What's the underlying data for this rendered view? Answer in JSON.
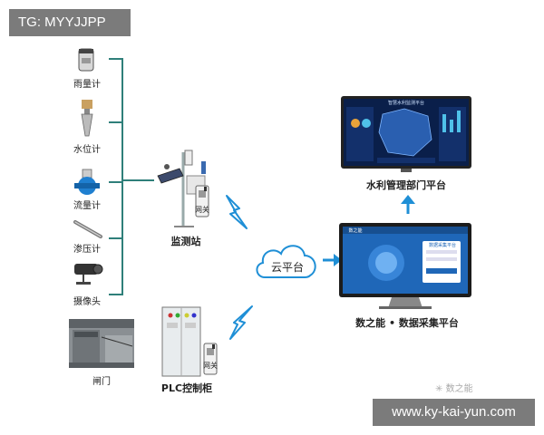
{
  "badge_top": "TG: MYYJJPP",
  "badge_bottom": "www.ky-kai-yun.com",
  "watermark": "数之能",
  "sensors": [
    {
      "label": "雨量计",
      "icon": "rain-gauge-icon"
    },
    {
      "label": "水位计",
      "icon": "water-level-meter-icon"
    },
    {
      "label": "流量计",
      "icon": "flow-meter-icon"
    },
    {
      "label": "渗压计",
      "icon": "piezometer-icon"
    },
    {
      "label": "摄像头",
      "icon": "camera-icon"
    }
  ],
  "gate": {
    "label": "闸门",
    "icon": "gate-photo-icon"
  },
  "station": {
    "label": "监测站",
    "gateway": "网关",
    "icon": "monitoring-station-icon"
  },
  "plc": {
    "label": "PLC控制柜",
    "gateway": "网关",
    "icon": "plc-cabinet-icon"
  },
  "cloud": {
    "label": "云平台",
    "icon": "cloud-icon"
  },
  "mgmt": {
    "label": "水利管理部门平台",
    "screen_title": "智慧水利监测平台",
    "icon": "dashboard-monitor-icon"
  },
  "platform": {
    "label": "数之能 • 数据采集平台",
    "screen_brand": "数之能",
    "screen_title": "数据采集平台",
    "icon": "platform-monitor-icon"
  },
  "colors": {
    "line": "#2f7f7a",
    "accent": "#1f8fd6",
    "badge": "#7b7b7b",
    "screen": "#0a1f4a"
  }
}
